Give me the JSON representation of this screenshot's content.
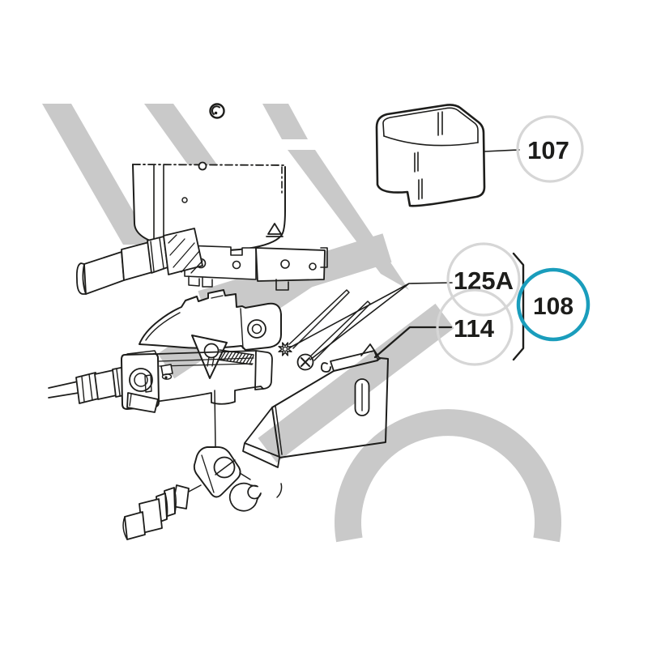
{
  "colors": {
    "background": "#ffffff",
    "ink": "#1d1d1b",
    "watermark": "#c9c9c9",
    "callout_ring": "#d6d6d6",
    "callout_accent": "#1a9dbc"
  },
  "callouts": {
    "cover": {
      "label": "107"
    },
    "screws": {
      "label": "125A"
    },
    "bracket": {
      "label": "114"
    },
    "kit": {
      "label": "108"
    }
  }
}
